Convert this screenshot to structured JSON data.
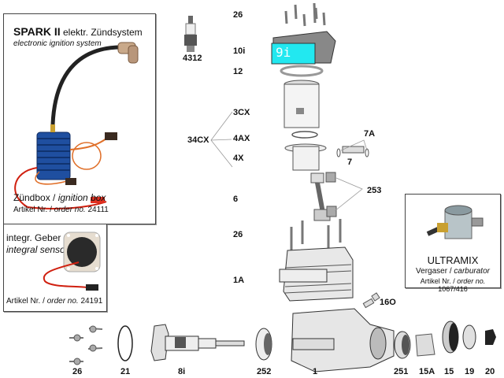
{
  "spark_box": {
    "title_bold": "SPARK II",
    "title_rest": " elektr. Zündsystem",
    "subtitle": "electronic ignition system",
    "caption_de": "Zündbox / ",
    "caption_en": "ignition box",
    "order_prefix": "Artikel Nr. / ",
    "order_label": "order no.",
    "order_no": " 24111"
  },
  "sensor_box": {
    "title": "integr. Geber",
    "subtitle": "integral sensor",
    "order_prefix": "Artikel Nr. / ",
    "order_label": "order no.",
    "order_no": " 24191"
  },
  "carb_box": {
    "title": "ULTRAMIX",
    "caption_de": "Vergaser / ",
    "caption_en": "carburator",
    "order_prefix": "Artikel Nr. / ",
    "order_label": "order no.",
    "order_no": " 1067/416"
  },
  "head_display": "9i",
  "part_labels": {
    "spark_plug": "4312",
    "head_screws": "26",
    "head": "10i",
    "gasket": "12",
    "piston_kit": "34CX",
    "liner": "3CX",
    "ring": "4AX",
    "piston": "4X",
    "pin_clips": "7A",
    "pin": "7",
    "bearings": "253",
    "conrod": "6",
    "cyl_screws": "26",
    "cylinder": "1A",
    "nipple": "16O",
    "backplate_screws": "26",
    "oring": "21",
    "crankshaft": "8i",
    "rear_bearing": "252",
    "crankcase": "1",
    "front_bearing": "251",
    "cone": "15A",
    "driver": "15",
    "washer": "19",
    "nut": "20"
  },
  "colors": {
    "head_display": "#22e8f0",
    "ignition_blue": "#1f4fa0",
    "wire_orange": "#e0702a",
    "wire_red": "#d02010"
  }
}
